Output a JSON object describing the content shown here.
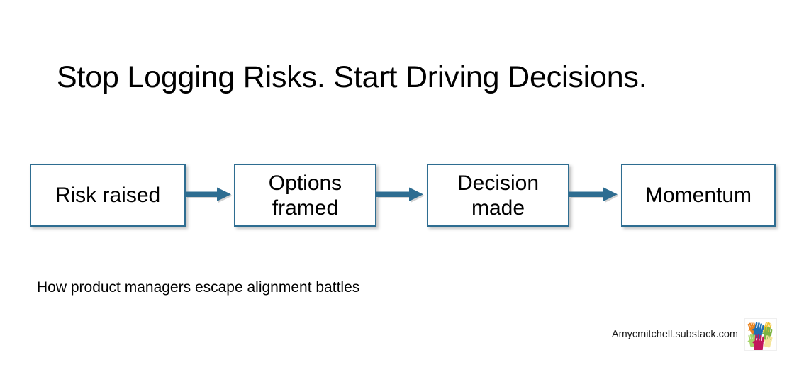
{
  "slide": {
    "title": "Stop Logging Risks. Start Driving Decisions.",
    "subtitle": "How product managers escape alignment battles",
    "background_color": "#ffffff",
    "text_color": "#000000"
  },
  "flow": {
    "accent_color": "#2e6d91",
    "box_fill": "#ffffff",
    "arrow_color": "#2e6d91",
    "boxes": [
      {
        "label": "Risk  raised"
      },
      {
        "label": "Options\nframed"
      },
      {
        "label": "Decision\nmade"
      },
      {
        "label": "Momentum"
      }
    ],
    "arrows": [
      {
        "name": "arrow-risk-to-options"
      },
      {
        "name": "arrow-options-to-decision"
      },
      {
        "name": "arrow-decision-to-momentum"
      }
    ]
  },
  "footer": {
    "url": "Amycmitchell.substack.com",
    "logo_name": "colorful-hands-logo",
    "logo_colors": [
      "#1f6fb4",
      "#e8821e",
      "#7cb342",
      "#c2185b",
      "#f2c230",
      "#ffffff"
    ]
  }
}
